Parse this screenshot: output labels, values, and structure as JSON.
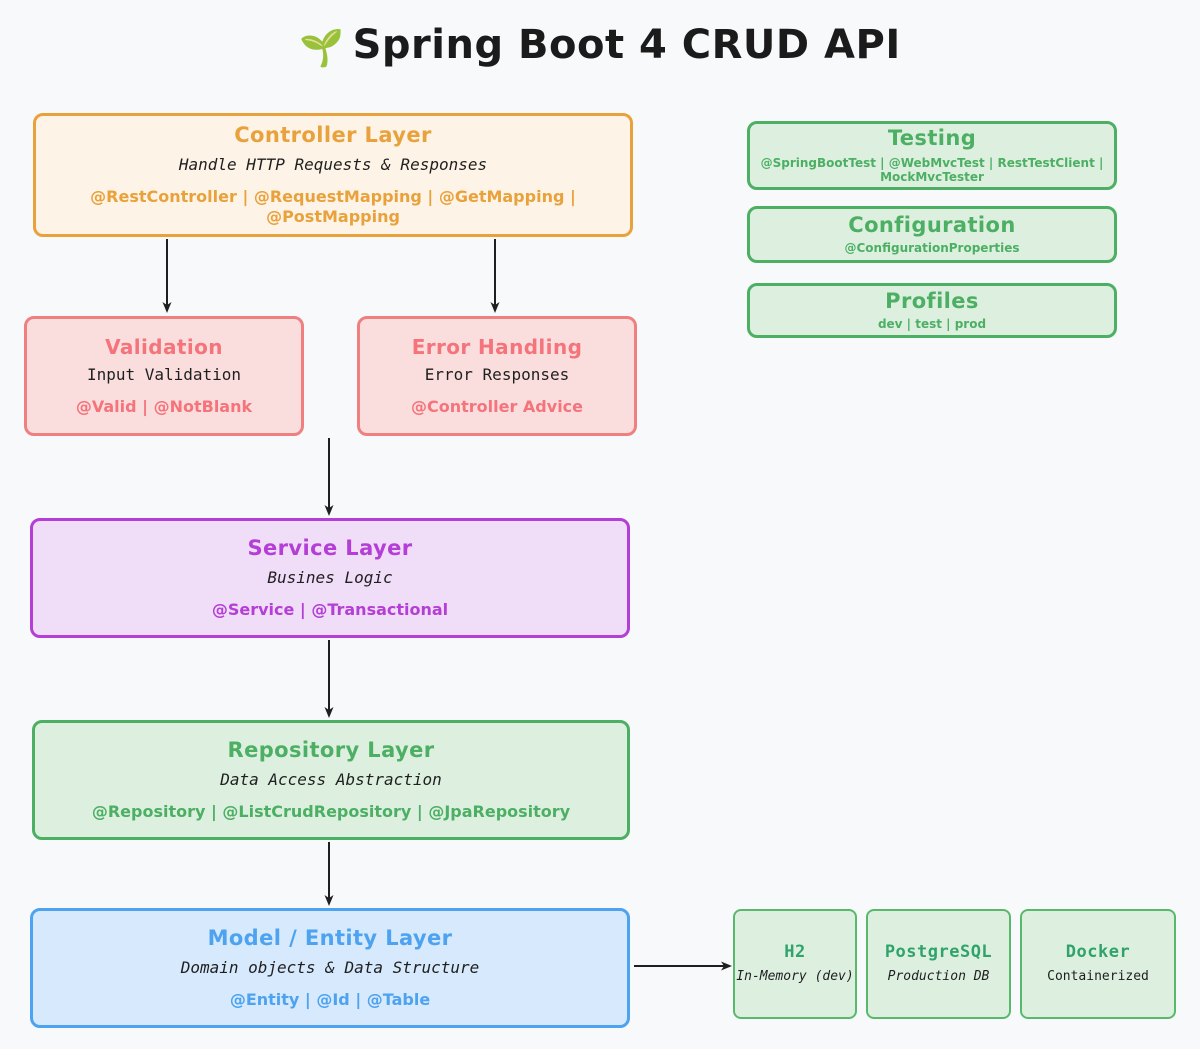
{
  "header": {
    "icon": "seedling-leaf-icon",
    "icon_glyph": "🌱",
    "title": "Spring Boot 4 CRUD API"
  },
  "colors": {
    "background": "#f8f9fb",
    "orange_border": "#e9a23b",
    "orange_fill": "#fdf3e7",
    "red_border": "#f08080",
    "red_fill": "#fadede",
    "red_text": "#f5737b",
    "purple_border": "#b43ed6",
    "purple_fill": "#f0ddf8",
    "green_border": "#4caf63",
    "green_fill": "#ddf0e0",
    "blue_border": "#4da3f0",
    "blue_fill": "#d7e9fc",
    "db_title": "#2fa36a",
    "arrow": "#1f1f1f"
  },
  "layers": {
    "controller": {
      "title": "Controller Layer",
      "subtitle": "Handle HTTP Requests & Responses",
      "annotations": "@RestController | @RequestMapping | @GetMapping | @PostMapping"
    },
    "validation": {
      "title": "Validation",
      "subtitle": "Input Validation",
      "annotations": "@Valid | @NotBlank"
    },
    "error_handling": {
      "title": "Error Handling",
      "subtitle": "Error Responses",
      "annotations": "@Controller Advice"
    },
    "service": {
      "title": "Service Layer",
      "subtitle": "Busines Logic",
      "annotations": "@Service | @Transactional"
    },
    "repository": {
      "title": "Repository Layer",
      "subtitle": "Data Access Abstraction",
      "annotations": "@Repository | @ListCrudRepository | @JpaRepository"
    },
    "model": {
      "title": "Model / Entity Layer",
      "subtitle": "Domain objects & Data Structure",
      "annotations": "@Entity | @Id | @Table"
    }
  },
  "side_panel": {
    "testing": {
      "title": "Testing",
      "annotations": "@SpringBootTest | @WebMvcTest | RestTestClient | MockMvcTester"
    },
    "configuration": {
      "title": "Configuration",
      "annotations": "@ConfigurationProperties"
    },
    "profiles": {
      "title": "Profiles",
      "annotations": "dev | test | prod"
    }
  },
  "datastores": [
    {
      "title": "H2",
      "subtitle": "In-Memory (dev)",
      "italic": true
    },
    {
      "title": "PostgreSQL",
      "subtitle": "Production DB",
      "italic": true
    },
    {
      "title": "Docker",
      "subtitle": "Containerized",
      "italic": false
    }
  ],
  "connections": [
    {
      "from": "controller",
      "to": "validation",
      "direction": "down"
    },
    {
      "from": "controller",
      "to": "error_handling",
      "direction": "down"
    },
    {
      "from": "error_handling",
      "to": "service",
      "direction": "down"
    },
    {
      "from": "service",
      "to": "repository",
      "direction": "down"
    },
    {
      "from": "repository",
      "to": "model",
      "direction": "down"
    },
    {
      "from": "model",
      "to": "h2",
      "direction": "right"
    }
  ]
}
